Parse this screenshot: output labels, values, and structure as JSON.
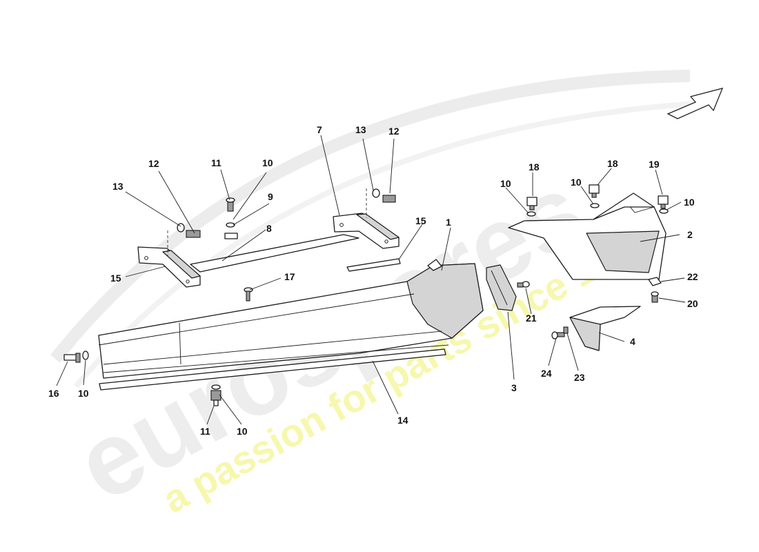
{
  "watermark": {
    "brand": "eurospares",
    "tagline": "a passion for parts since 1985"
  },
  "callouts": {
    "c1": "1",
    "c2": "2",
    "c3": "3",
    "c4": "4",
    "c7": "7",
    "c8": "8",
    "c9": "9",
    "c10a": "10",
    "c10b": "10",
    "c10c": "10",
    "c10d": "10",
    "c10e": "10",
    "c10f": "10",
    "c11a": "11",
    "c11b": "11",
    "c12a": "12",
    "c12b": "12",
    "c13a": "13",
    "c13b": "13",
    "c14": "14",
    "c15a": "15",
    "c15b": "15",
    "c16": "16",
    "c17": "17",
    "c18a": "18",
    "c18b": "18",
    "c19": "19",
    "c20": "20",
    "c21": "21",
    "c22": "22",
    "c23": "23",
    "c24": "24"
  }
}
